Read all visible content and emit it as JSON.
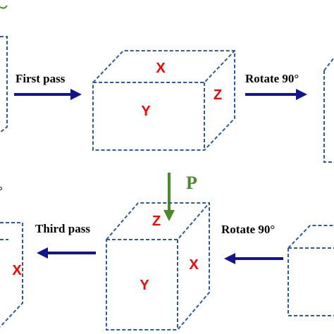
{
  "steps": {
    "first_pass": "First  pass",
    "rotate_top": "Rotate 90°",
    "third_pass": "Third pass",
    "rotate_bottom": "Rotate 90°"
  },
  "press_label": "P",
  "cube_top": {
    "top_face": "X",
    "front_face": "Y",
    "side_face": "Z"
  },
  "cube_bottom": {
    "top_face": "Z",
    "front_face": "Y",
    "side_face": "X"
  },
  "cube_left_bottom": {
    "side_face": "X"
  },
  "left_edge_fragment": "°",
  "colors": {
    "box_edge": "#2e5a9c",
    "face_label": "#ff0000",
    "blue_arrow": "#14148c",
    "green_arrow": "#4a8a2a"
  }
}
